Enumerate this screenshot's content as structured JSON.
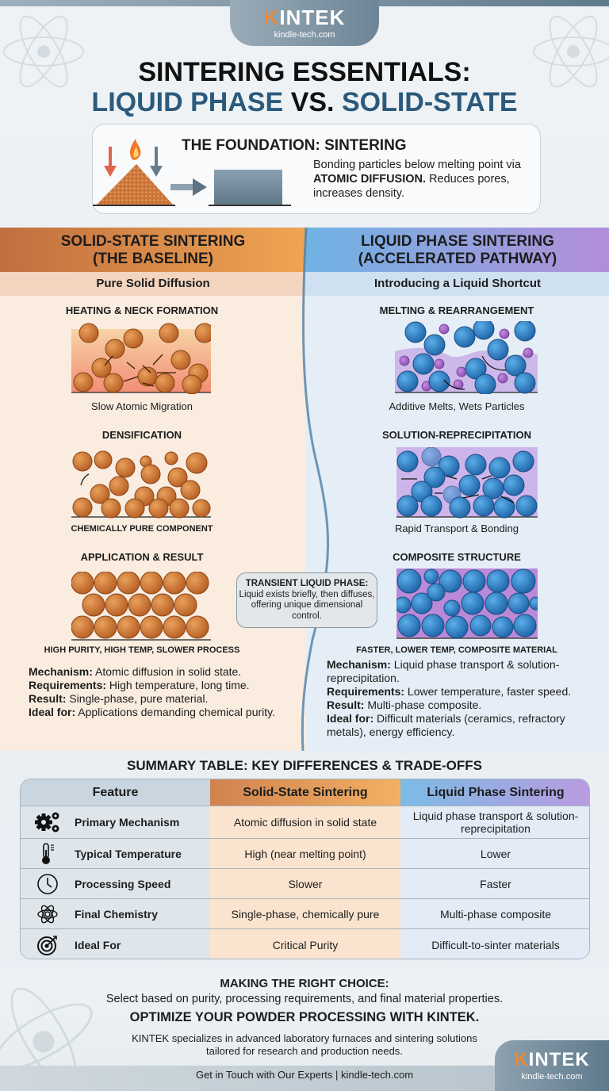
{
  "brand": {
    "name": "KINTEK",
    "url": "kindle-tech.com",
    "accent": "#e88a3a",
    "slate": "#6d8597"
  },
  "title": {
    "line1": "SINTERING ESSENTIALS:",
    "line2_a": "LIQUID PHASE",
    "line2_vs": "VS.",
    "line2_b": "SOLID-STATE"
  },
  "foundation": {
    "title": "THE FOUNDATION: SINTERING",
    "text_a": "Bonding particles below melting point via ",
    "text_bold": "ATOMIC DIFFUSION.",
    "text_b": " Reduces pores, increases density."
  },
  "solid": {
    "header_line1": "SOLID-STATE SINTERING",
    "header_line2": "(THE BASELINE)",
    "subheader": "Pure Solid Diffusion",
    "color_from": "#c16f3f",
    "color_to": "#f0a552",
    "stages": [
      {
        "title": "HEATING & NECK FORMATION",
        "caption": "Slow Atomic Migration"
      },
      {
        "title": "DENSIFICATION",
        "caption": "CHEMICALLY PURE COMPONENT"
      },
      {
        "title": "APPLICATION & RESULT",
        "caption": "HIGH PURITY, HIGH TEMP, SLOWER PROCESS"
      }
    ],
    "details": [
      {
        "label": "Mechanism:",
        "value": " Atomic diffusion in solid state."
      },
      {
        "label": "Requirements:",
        "value": " High temperature, long time."
      },
      {
        "label": "Result:",
        "value": " Single-phase, pure material."
      },
      {
        "label": "Ideal for:",
        "value": " Applications demanding chemical purity."
      }
    ]
  },
  "liquid": {
    "header_line1": "LIQUID PHASE SINTERING",
    "header_line2": "(ACCELERATED PATHWAY)",
    "subheader": "Introducing a Liquid Shortcut",
    "color_from": "#6fb3e4",
    "color_to": "#b38ed8",
    "stages": [
      {
        "title": "MELTING & REARRANGEMENT",
        "caption": "Additive Melts, Wets Particles"
      },
      {
        "title": "SOLUTION-REPRECIPITATION",
        "caption": "Rapid Transport & Bonding"
      },
      {
        "title": "COMPOSITE STRUCTURE",
        "caption": "FASTER, LOWER TEMP, COMPOSITE MATERIAL"
      }
    ],
    "details": [
      {
        "label": "Mechanism:",
        "value": " Liquid phase transport & solution-reprecipitation."
      },
      {
        "label": "Requirements:",
        "value": " Lower temperature, faster speed."
      },
      {
        "label": "Result:",
        "value": " Multi-phase composite."
      },
      {
        "label": "Ideal for:",
        "value": " Difficult materials (ceramics, refractory metals), energy efficiency."
      }
    ]
  },
  "callout": {
    "title": "TRANSIENT LIQUID PHASE:",
    "text": "Liquid exists briefly, then diffuses, offering unique dimensional control."
  },
  "summary": {
    "title": "SUMMARY TABLE: KEY DIFFERENCES & TRADE-OFFS",
    "headers": [
      "Feature",
      "Solid-State Sintering",
      "Liquid Phase Sintering"
    ],
    "rows": [
      {
        "icon": "gears-icon",
        "feature": "Primary Mechanism",
        "solid": "Atomic diffusion in solid state",
        "liquid": "Liquid phase transport & solution-reprecipitation"
      },
      {
        "icon": "thermometer-icon",
        "feature": "Typical Temperature",
        "solid": "High (near melting point)",
        "liquid": "Lower"
      },
      {
        "icon": "clock-icon",
        "feature": "Processing Speed",
        "solid": "Slower",
        "liquid": "Faster"
      },
      {
        "icon": "atom-icon",
        "feature": "Final Chemistry",
        "solid": "Single-phase, chemically pure",
        "liquid": "Multi-phase composite"
      },
      {
        "icon": "target-icon",
        "feature": "Ideal For",
        "solid": "Critical Purity",
        "liquid": "Difficult-to-sinter materials"
      }
    ]
  },
  "footer": {
    "choice_title": "MAKING THE RIGHT CHOICE:",
    "choice_text": "Select based on purity, processing requirements, and final material properties.",
    "cta": "OPTIMIZE YOUR POWDER PROCESSING WITH KINTEK.",
    "about_line1": "KINTEK specializes in advanced laboratory furnaces and sintering solutions",
    "about_line2": "tailored for research and production needs.",
    "contact": "Get in Touch with Our Experts | kindle-tech.com"
  }
}
